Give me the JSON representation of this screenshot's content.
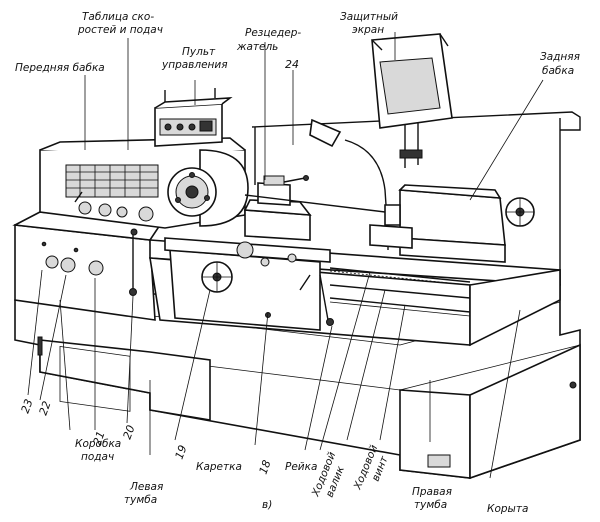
{
  "labels": {
    "table_speeds": "Таблица ско-",
    "table_speeds_2": "ростей и подач",
    "headstock": "Передняя бабка",
    "control_panel": "Пульт",
    "control_panel_2": "управления",
    "tool_holder": "Резцедер-",
    "tool_holder_2": "жатель",
    "guard": "Защитный",
    "guard_2": "экран",
    "tailstock": "Задняя",
    "tailstock_2": "бабка",
    "carriage": "Каретка",
    "rack": "Рейка",
    "feed_rod": "Ходовой",
    "feed_rod_2": "валик",
    "lead_screw": "Ходовой",
    "lead_screw_2": "винт",
    "right_pedestal": "Правая",
    "right_pedestal_2": "тумба",
    "aprons": "Корыта",
    "feed_box": "Коробка",
    "feed_box_2": "подач",
    "left_pedestal": "Левая",
    "left_pedestal_2": "тумба",
    "figure_letter": "в)"
  },
  "numbers": {
    "n24": "24",
    "n23": "23",
    "n22": "22",
    "n21": "21",
    "n20": "20",
    "n19": "19",
    "n18": "18"
  }
}
